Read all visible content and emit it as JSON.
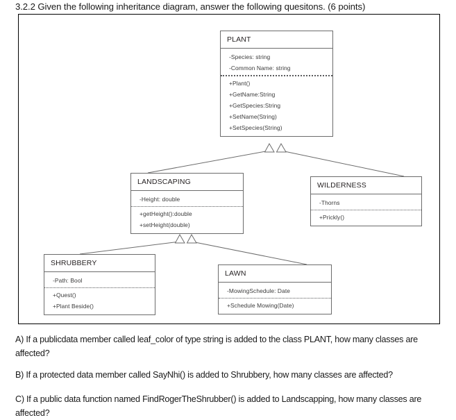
{
  "heading": "3.2.2 Given the following inheritance diagram, answer the following quesitons.  (6 points)",
  "diagram": {
    "classes": {
      "plant": {
        "name": "PLANT",
        "attributes": [
          "-Species: string",
          "-Common Name: string"
        ],
        "methods": [
          "+Plant()",
          "+GetName:String",
          "+GetSpecies:String",
          "+SetName(String)",
          "+SetSpecies(String)"
        ]
      },
      "landscaping": {
        "name": "LANDSCAPING",
        "attributes": [
          "-Height: double"
        ],
        "methods": [
          "+getHeight():double",
          "+setHeight(double)"
        ]
      },
      "wilderness": {
        "name": "WILDERNESS",
        "attributes": [
          "-Thorns"
        ],
        "methods": [
          "+Prickly()"
        ]
      },
      "shrubbery": {
        "name": "SHRUBBERY",
        "attributes": [
          "-Path: Bool"
        ],
        "methods": [
          "+Quest()",
          "+Plant Beside()"
        ]
      },
      "lawn": {
        "name": "LAWN",
        "attributes": [
          "-MowingSchedule: Date"
        ],
        "methods": [
          "+Schedule Mowing(Date)"
        ]
      }
    },
    "relationships": [
      {
        "from": "LANDSCAPING",
        "to": "PLANT",
        "type": "inheritance"
      },
      {
        "from": "WILDERNESS",
        "to": "PLANT",
        "type": "inheritance"
      },
      {
        "from": "SHRUBBERY",
        "to": "LANDSCAPING",
        "type": "inheritance"
      },
      {
        "from": "LAWN",
        "to": "LANDSCAPING",
        "type": "inheritance"
      }
    ]
  },
  "questions": {
    "a": "A) If a publicdata member called leaf_color of type string is added to the class PLANT, how many classes are affected?",
    "b": "B) If a protected data member called SayNhi() is added to Shrubbery, how many classes are affected?",
    "c": "C) If a public data function named FindRogerTheShrubber() is added to Landscapping, how many classes are affected?"
  }
}
